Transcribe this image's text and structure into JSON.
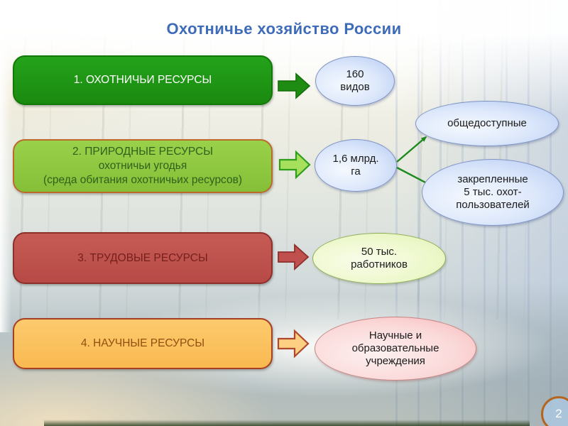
{
  "slide": {
    "title": "Охотничье хозяйство России",
    "page_number": "2"
  },
  "colors": {
    "title_blue": "#3e6cb8",
    "box1_green": "#1e9414",
    "box2_green": "#8dc63f",
    "box2_border_brown": "#bc6a2a",
    "box3_red": "#c0504d",
    "box4_orange": "#fbc05e",
    "ellipse_blue": "#b7cbf2",
    "ellipse_green": "#ddf1ae",
    "ellipse_pink": "#f6b5b5",
    "connector_green": "#1d8a1d",
    "page_badge_border": "#b5651d"
  },
  "icons": {
    "flow_arrow": "right-block-arrow",
    "branch_connector": "green-fork-arrows"
  },
  "rows": [
    {
      "label": "1. ОХОТНИЧЬИ РЕСУРСЫ",
      "result": "160\nвидов"
    },
    {
      "label": "2. ПРИРОДНЫЕ РЕСУРСЫ\nохотничьи угодья\n(среда обитания охотничьих ресурсов)",
      "result": "1,6 млрд.\nга",
      "branches": [
        "общедоступные",
        "закрепленные\n5 тыс. охот-\nпользователей"
      ]
    },
    {
      "label": "3. ТРУДОВЫЕ РЕСУРСЫ",
      "result": "50 тыс.\nработников"
    },
    {
      "label": "4. НАУЧНЫЕ РЕСУРСЫ",
      "result": "Научные и\nобразовательные\nучреждения"
    }
  ]
}
